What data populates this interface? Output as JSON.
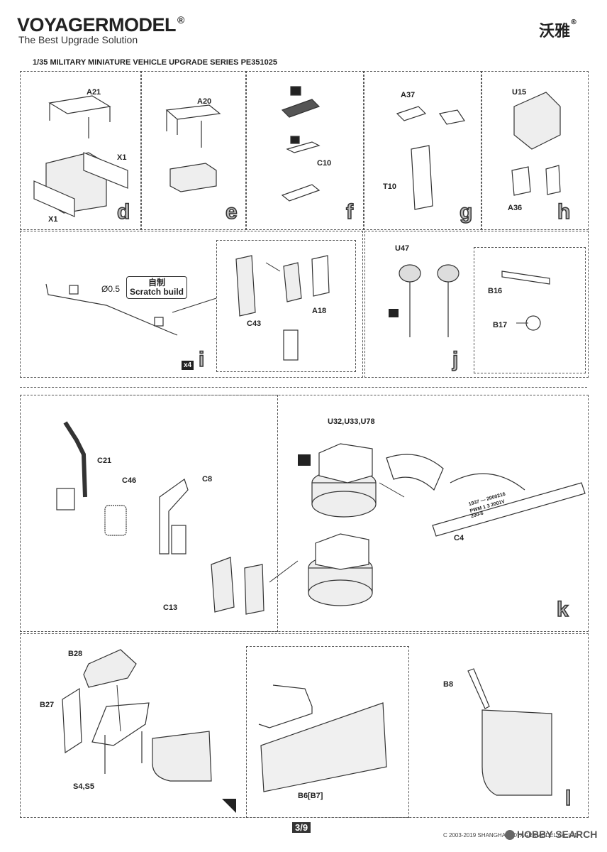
{
  "header": {
    "brand": "VOYAGERMODEL",
    "registered": "®",
    "tagline": "The Best Upgrade Solution",
    "brand_cn": "沃雅",
    "subtitle": "1/35 MILITARY MINIATURE VEHICLE  UPGRADE SERIES PE351025"
  },
  "steps": {
    "d": {
      "letter": "d",
      "parts": [
        "A21",
        "X1",
        "X1"
      ]
    },
    "e": {
      "letter": "e",
      "parts": [
        "A20"
      ]
    },
    "f": {
      "letter": "f",
      "parts": [
        "C10"
      ]
    },
    "g": {
      "letter": "g",
      "parts": [
        "A37",
        "T10"
      ]
    },
    "h": {
      "letter": "h",
      "parts": [
        "U15",
        "A36"
      ]
    },
    "i": {
      "letter": "i",
      "parts": [
        "C43",
        "A18"
      ],
      "diameter": "0.5",
      "scratch_cn": "自制",
      "scratch_en": "Scratch build",
      "multiplier": "x4"
    },
    "j": {
      "letter": "j",
      "parts": [
        "U47",
        "B16",
        "B17"
      ]
    },
    "k": {
      "letter": "k",
      "parts": [
        "C21",
        "C46",
        "C8",
        "C13",
        "U32,U33,U78",
        "C4"
      ]
    },
    "l": {
      "letter": "l",
      "parts": [
        "B28",
        "B27",
        "S4,S5",
        "B6[B7]",
        "B8"
      ]
    }
  },
  "decal_text": [
    "1937 — 2000216",
    "PWM 1 3 2001V",
    "200-6"
  ],
  "footer": {
    "page": "3/9",
    "copyright": "C 2003-2019 SHANGHAI VOYAGERMODEL Co.,LTD",
    "watermark": "HOBBY SEARCH"
  }
}
